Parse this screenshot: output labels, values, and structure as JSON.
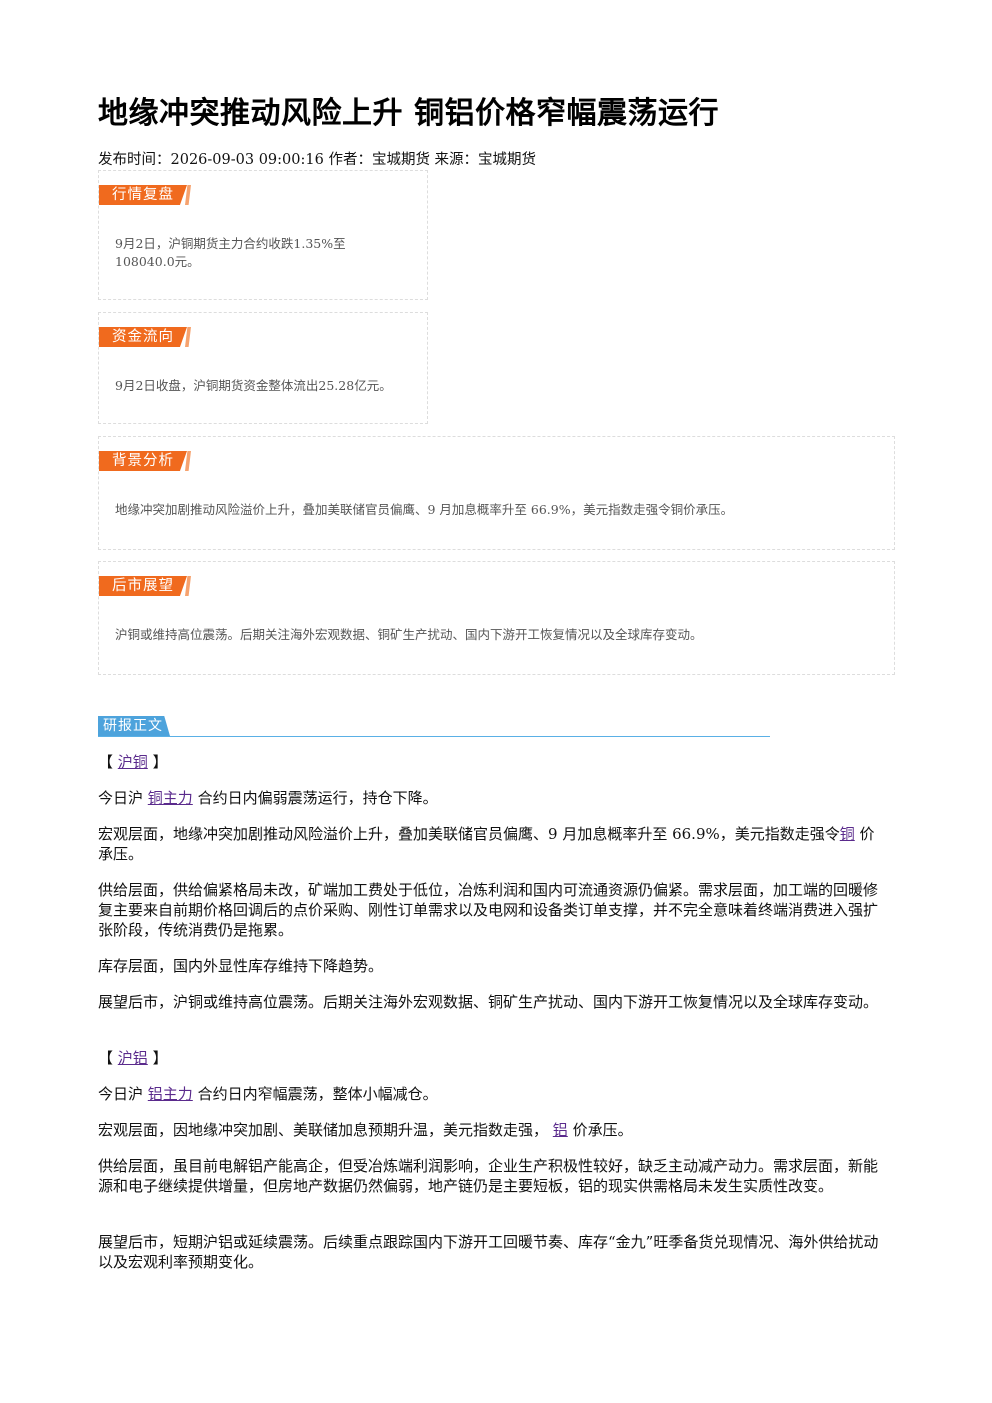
{
  "title": "地缘冲突推动风险上升 铜铝价格窄幅震荡运行",
  "meta": "发布时间：2026-09-03 09:00:16 作者：宝城期货 来源：宝城期货",
  "boxes": {
    "market": {
      "tag": "行情复盘",
      "line1": "9月2日，沪铜期货主力合约收跌1.35%至",
      "line2": "108040.0元。"
    },
    "fund": {
      "tag": "资金流向",
      "text": "9月2日收盘，沪铜期货资金整体流出25.28亿元。"
    },
    "background": {
      "tag": "背景分析",
      "text": "地缘冲突加剧推动风险溢价上升，叠加美联储官员偏鹰、9 月加息概率升至 66.9%，美元指数走强令铜价承压。"
    },
    "outlook": {
      "tag": "后市展望",
      "text": "沪铜或维持高位震荡。后期关注海外宏观数据、铜矿生产扰动、国内下游开工恢复情况以及全球库存变动。"
    }
  },
  "report": {
    "heading": "研报正文",
    "copper": {
      "bracket_open": "【 ",
      "bracket_close": " 】",
      "name": "沪铜",
      "p1_pre": "今日沪 ",
      "p1_link": "铜主力",
      "p1_post": " 合约日内偏弱震荡运行，持仓下降。",
      "p2_pre": "宏观层面，地缘冲突加剧推动风险溢价上升，叠加美联储官员偏鹰、9 月加息概率升至 66.9%，美元指数走强令",
      "p2_link": "铜",
      "p2_post": " 价承压。",
      "p3": "供给层面，供给偏紧格局未改，矿端加工费处于低位，冶炼利润和国内可流通资源仍偏紧。需求层面，加工端的回暖修复主要来自前期价格回调后的点价采购、刚性订单需求以及电网和设备类订单支撑，并不完全意味着终端消费进入强扩张阶段，传统消费仍是拖累。",
      "p4": "库存层面，国内外显性库存维持下降趋势。",
      "p5": "展望后市，沪铜或维持高位震荡。后期关注海外宏观数据、铜矿生产扰动、国内下游开工恢复情况以及全球库存变动。"
    },
    "aluminum": {
      "bracket_open": "【 ",
      "bracket_close": " 】",
      "name": "沪铝",
      "p1_pre": "今日沪 ",
      "p1_link": "铝主力",
      "p1_post": " 合约日内窄幅震荡，整体小幅减仓。",
      "p2_pre": "宏观层面，因地缘冲突加剧、美联储加息预期升温，美元指数走强， ",
      "p2_link": "铝",
      "p2_post": " 价承压。",
      "p3": "供给层面，虽目前电解铝产能高企，但受冶炼端利润影响，企业生产积极性较好，缺乏主动减产动力。需求层面，新能源和电子继续提供增量，但房地产数据仍然偏弱，地产链仍是主要短板，铝的现实供需格局未发生实质性改变。",
      "p4": "展望后市，短期沪铝或延续震荡。后续重点跟踪国内下游开工回暖节奏、库存“金九”旺季备货兑现情况、海外供给扰动以及宏观利率预期变化。"
    }
  },
  "colors": {
    "tag_orange": "#f06a1e",
    "section_blue": "#4da3dc",
    "link_purple": "#5a2a8c"
  }
}
